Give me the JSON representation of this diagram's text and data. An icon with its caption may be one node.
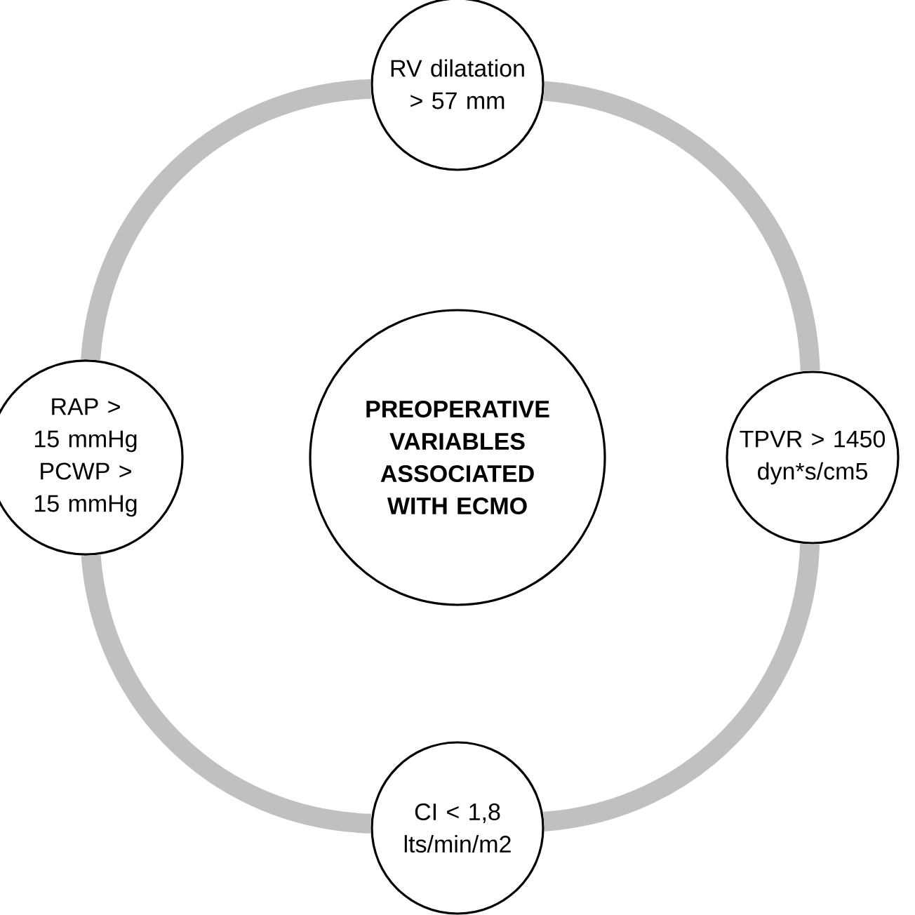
{
  "diagram": {
    "nodes": [
      {
        "text": [
          "RV dilatation > 57 mm"
        ]
      },
      {
        "text": [
          "RAP > 15 mmHg",
          "PCWP > 15 mmHg"
        ]
      },
      {
        "text": [
          "PREOPERATIVE VARIABLES ASSOCIATED WITH ECMO"
        ]
      },
      {
        "text": [
          "TPVR > 1450 dyn*s/cm5"
        ]
      },
      {
        "text": [
          "CI < 1,8 lts/min/m2"
        ]
      }
    ],
    "edges": [
      {
        "from": 0,
        "to": 3,
        "arrow": "none"
      },
      {
        "from": 3,
        "to": 4,
        "arrow": "none"
      },
      {
        "from": 4,
        "to": 1,
        "arrow": "none"
      },
      {
        "from": 1,
        "to": 0,
        "arrow": "none"
      }
    ]
  }
}
